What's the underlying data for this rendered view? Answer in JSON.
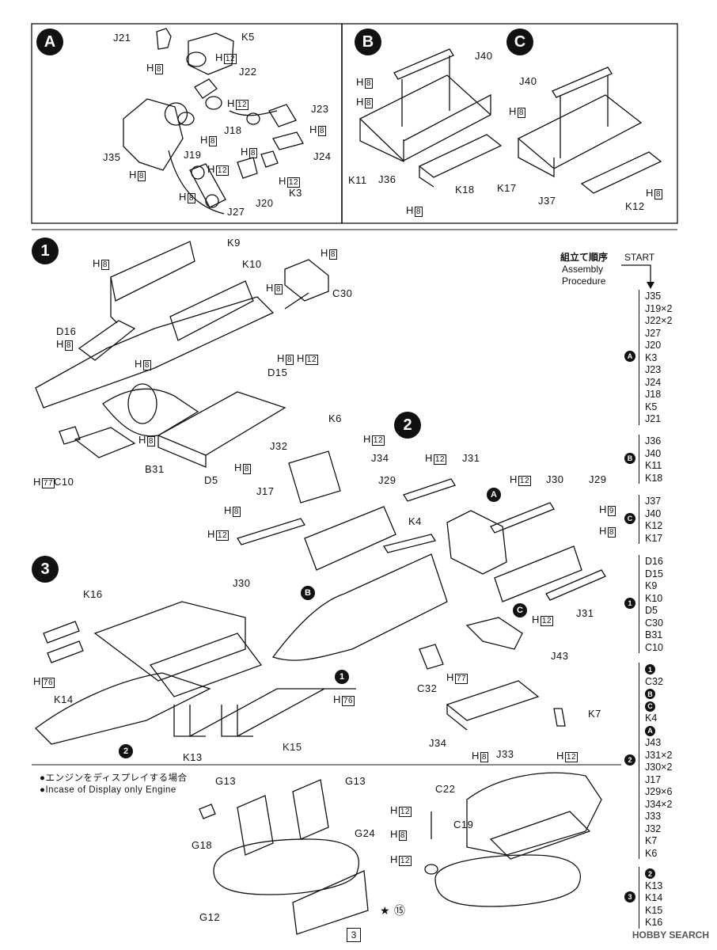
{
  "panels": {
    "A": {
      "badge": "A",
      "labels": [
        "J21",
        "K5",
        "J22",
        "J23",
        "J35",
        "J19",
        "J18",
        "J24",
        "J27",
        "J20",
        "K3"
      ]
    },
    "B": {
      "badge": "B",
      "labels": [
        "J40",
        "K11",
        "J36",
        "K18"
      ]
    },
    "C": {
      "badge": "C",
      "labels": [
        "J40",
        "K17",
        "J37",
        "K12"
      ]
    },
    "s1": {
      "badge": "1",
      "labels": [
        "K9",
        "K10",
        "C30",
        "D16",
        "D15",
        "C10",
        "B31",
        "D5"
      ]
    },
    "s2": {
      "badge": "2",
      "labels": [
        "K6",
        "J32",
        "J34",
        "J29",
        "J31",
        "J30",
        "J17",
        "K4",
        "J29",
        "J30",
        "J31",
        "J43",
        "C32",
        "K7",
        "J34",
        "J33"
      ]
    },
    "s3": {
      "badge": "3",
      "labels": [
        "K16",
        "K14",
        "K13",
        "K15"
      ]
    },
    "display": {
      "labels": [
        "G13",
        "G13",
        "G18",
        "G24",
        "G12",
        "C22",
        "C19"
      ]
    }
  },
  "h_codes": {
    "h8": "H",
    "n8": "8",
    "n12": "12",
    "n9": "9",
    "n76": "76",
    "n77": "77"
  },
  "sub_refs": {
    "A": "A",
    "B": "B",
    "C": "C",
    "s1": "1",
    "s2": "2"
  },
  "display_note": {
    "jp": "●エンジンをディスプレイする場合",
    "en": "●Incase of Display only Engine",
    "paint_num": "⑮"
  },
  "procedure": {
    "title_jp": "組立て順序",
    "start": "START",
    "title_en1": "Assembly",
    "title_en2": "Procedure",
    "groups": [
      {
        "marker": "A",
        "items": [
          "J35",
          "J19×2",
          "J22×2",
          "J27",
          "J20",
          "K3",
          "J23",
          "J24",
          "J18",
          "K5",
          "J21"
        ]
      },
      {
        "marker": "B",
        "items": [
          "J36",
          "J40",
          "K11",
          "K18"
        ]
      },
      {
        "marker": "C",
        "items": [
          "J37",
          "J40",
          "K12",
          "K17"
        ]
      },
      {
        "marker": "1",
        "items": [
          "D16",
          "D15",
          "K9",
          "K10",
          "D5",
          "C30",
          "B31",
          "C10"
        ]
      },
      {
        "marker": "2",
        "items": [
          "1",
          "C32",
          "B",
          "C",
          "K4",
          "A",
          "J43",
          "J31×2",
          "J30×2",
          "J17",
          "J29×6",
          "J34×2",
          "J33",
          "J32",
          "K7",
          "K6"
        ]
      },
      {
        "marker": "3",
        "items": [
          "2",
          "K13",
          "K14",
          "K15",
          "K16"
        ]
      }
    ]
  },
  "page_number": "3",
  "watermark": "HOBBY SEARCH"
}
